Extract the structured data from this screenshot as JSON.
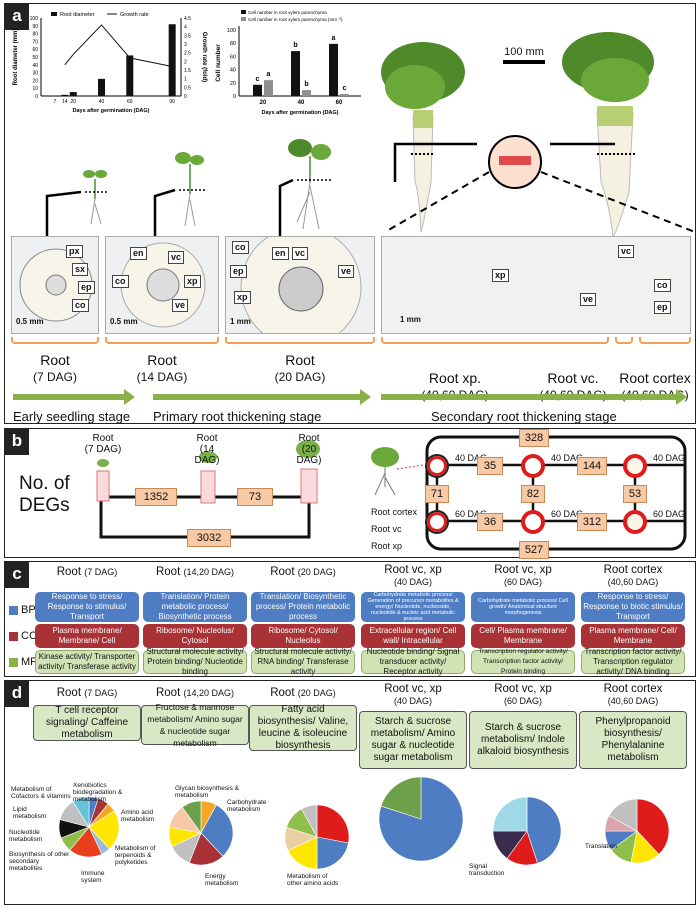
{
  "panels": {
    "a": "a",
    "b": "b",
    "c": "c",
    "d": "d"
  },
  "chart_root": {
    "legend": [
      "Root diameter",
      "Growth rate"
    ],
    "ylabel_left": "Root diameter (mm)",
    "ylabel_right": "Growth rate (fold)",
    "xlabel": "Days after germination (DAG)",
    "yticks_left": [
      "0",
      "10",
      "20",
      "30",
      "40",
      "50",
      "60",
      "70",
      "80",
      "90",
      "100"
    ],
    "yticks_right": [
      "0",
      "0.5",
      "1",
      "1.5",
      "2",
      "2.5",
      "3",
      "3.5",
      "4",
      "4.5"
    ],
    "xticks": [
      "7",
      "14",
      "20",
      "40",
      "60",
      "90"
    ]
  },
  "chart_cells": {
    "legend": [
      "Cell number in root xylem parenchyma",
      "Cell number in root xylem parenchyma (mm⁻²)"
    ],
    "ylabel": "Cell number",
    "xlabel": "Days after germination (DAG)",
    "yticks": [
      "0",
      "20",
      "40",
      "60",
      "80",
      "100"
    ],
    "xticks": [
      "20",
      "40",
      "60"
    ],
    "sig": [
      "c",
      "a",
      "b",
      "b",
      "a",
      "c"
    ]
  },
  "scale_100": "100 mm",
  "micro_labels": {
    "m1": [
      "px",
      "sx",
      "ep",
      "co"
    ],
    "m2": [
      "en",
      "vc",
      "co",
      "xp",
      "ve"
    ],
    "m3": [
      "co",
      "en",
      "vc",
      "ep",
      "xp",
      "ve"
    ],
    "m4": [
      "vc",
      "xp",
      "ve",
      "co",
      "ep"
    ],
    "scales": [
      "0.5 mm",
      "0.5 mm",
      "1 mm",
      "1 mm"
    ]
  },
  "stages_a": [
    {
      "name": "Root",
      "dag": "(7 DAG)"
    },
    {
      "name": "Root",
      "dag": "(14 DAG)"
    },
    {
      "name": "Root",
      "dag": "(20 DAG)"
    },
    {
      "name": "Root xp.",
      "dag": "(40,60 DAG)"
    },
    {
      "name": "Root vc.",
      "dag": "(40,60 DAG)"
    },
    {
      "name": "Root cortex",
      "dag": "(40,60 DAG)"
    }
  ],
  "growth_stages": [
    "Early seedling stage",
    "Primary root thickening stage",
    "Secondary root thickening stage"
  ],
  "panel_b": {
    "deg_label": "No. of DEGs",
    "roots": [
      "Root",
      "(7 DAG)",
      "Root",
      "(14 DAG)",
      "Root",
      "(20 DAG)"
    ],
    "degs_left": [
      "1352",
      "73",
      "3032"
    ],
    "dag40": [
      "40 DAG",
      "40 DAG",
      "40 DAG"
    ],
    "dag60": [
      "60 DAG",
      "60 DAG",
      "60 DAG"
    ],
    "degs_right": [
      "328",
      "35",
      "144",
      "71",
      "82",
      "53",
      "36",
      "312",
      "527"
    ],
    "tissue": [
      "Root cortex",
      "Root vc",
      "Root xp"
    ]
  },
  "panel_c": {
    "rows": [
      "BP",
      "CC",
      "MF"
    ],
    "row_colors": [
      "#4e7dc4",
      "#a83236",
      "#8ab04a"
    ],
    "cols": [
      {
        "h": "Root",
        "hs": "(7 DAG)",
        "bp": "Response to stress/ Response to stimulus/ Transport",
        "cc": "Plasma membrane/ Membrane/ Cell",
        "mf": "Kinase activity/ Transporter activity/ Transferase activity"
      },
      {
        "h": "Root",
        "hs": "(14,20 DAG)",
        "bp": "Translation/ Protein metabolic process/ Biosynthetic process",
        "cc": "Ribosome/ Nucleolus/ Cytosol",
        "mf": "Structural molecule activity/ Protein binding/ Nucleotide binding"
      },
      {
        "h": "Root",
        "hs": "(20 DAG)",
        "bp": "Translation/ Biosynthetic process/ Protein metabolic process",
        "cc": "Ribosome/ Cytosol/ Nucleolus",
        "mf": "Structural molecule activity/ RNA binding/ Transferase activity"
      },
      {
        "h": "Root vc, xp",
        "hs": "(40 DAG)",
        "bp": "Carbohydrate metabolic process/ Generation of precursor metabolites & energy/ Nucleotide, nucleoside, nucleotide & nucleic acid metabolic process",
        "cc": "Extracellular region/ Cell wall/ Intracellular",
        "mf": "Nucleotide binding/ Signal transducer activity/ Receptor activity"
      },
      {
        "h": "Root vc, xp",
        "hs": "(60 DAG)",
        "bp": "Carbohydrate metabolic process/ Cell growth/ Anatomical structure morphogenesis",
        "cc": "Cell/ Plasma membrane/ Membrane",
        "mf": "Transcription regulator activity/ Transcription factor activity/ Protein binding"
      },
      {
        "h": "Root cortex",
        "hs": "(40,60 DAG)",
        "bp": "Response to stress/ Response to biotic stimulus/ Transport",
        "cc": "Plasma membrane/ Cell/ Membrane",
        "mf": "Transcription factor activity/ Transcription regulator activity/ DNA binding"
      }
    ]
  },
  "panel_d": {
    "cols": [
      {
        "h": "Root",
        "hs": "(7 DAG)",
        "k": "T cell receptor signaling/ Caffeine metabolism"
      },
      {
        "h": "Root",
        "hs": "(14,20 DAG)",
        "k": "Fructose & mannose metabolism/ Amino sugar & nucleotide sugar metabolism"
      },
      {
        "h": "Root",
        "hs": "(20 DAG)",
        "k": "Fatty acid biosynthesis/ Valine, leucine & isoleucine biosynthesis"
      },
      {
        "h": "Root vc, xp",
        "hs": "(40 DAG)",
        "k": "Starch & sucrose metabolism/ Amino sugar & nucleotide sugar metabolism"
      },
      {
        "h": "Root vc, xp",
        "hs": "(60 DAG)",
        "k": "Starch & sucrose metabolism/ Indole alkaloid biosynthesis"
      },
      {
        "h": "Root cortex",
        "hs": "(40,60 DAG)",
        "k": "Phenylpropanoid biosynthesis/ Phenylalanine metabolism"
      }
    ],
    "pie1_labels": [
      "Metabolism of Cofactors & vitamins",
      "Xenobiotics biodegradation & metabolism",
      "Lipid metabolism",
      "Amino acid metabolism",
      "Nucleotide metabolism",
      "Metabolism of terpenoids & polyketides",
      "Biosynthesis of other secondary metabolites",
      "Immune system"
    ],
    "pie2_labels": [
      "Glycan biosynthesis & metabolism",
      "Carbohydrate metabolism",
      "Energy metabolism"
    ],
    "pie3_labels": [
      "Metabolism of other amino acids"
    ],
    "pie5_labels": [
      "Signal transduction"
    ],
    "pie6_labels": [
      "Translation"
    ]
  },
  "chart_data": [
    {
      "type": "bar",
      "title": "",
      "xlabel": "Days after germination (DAG)",
      "ylabel": "Root diameter (mm)",
      "categories": [
        "7",
        "14",
        "20",
        "40",
        "60",
        "90"
      ],
      "series": [
        {
          "name": "Root diameter",
          "values": [
            0.5,
            1.5,
            5,
            22,
            52,
            92
          ]
        },
        {
          "name": "Growth rate",
          "values": [
            null,
            1.8,
            2.4,
            4.1,
            2.2,
            1.7
          ]
        }
      ],
      "ylim": [
        0,
        100
      ]
    },
    {
      "type": "bar",
      "title": "",
      "xlabel": "Days after germination (DAG)",
      "ylabel": "Cell number",
      "categories": [
        "20",
        "40",
        "60"
      ],
      "series": [
        {
          "name": "Cell number in root xylem parenchyma",
          "values": [
            17,
            68,
            79
          ]
        },
        {
          "name": "Cell number in root xylem parenchyma (mm⁻²)",
          "values": [
            24,
            9,
            3
          ]
        }
      ],
      "ylim": [
        0,
        100
      ]
    },
    {
      "type": "pie",
      "values": [
        5,
        6,
        5,
        22,
        5,
        18,
        8,
        10,
        12,
        9
      ],
      "colors": [
        "#4e7dc4",
        "#a83236",
        "#f5a623",
        "#ffe600",
        "#9db8d9",
        "#e8401c",
        "#8fbf4a",
        "#111111",
        "#c0c0c0",
        "#66c2d9"
      ]
    },
    {
      "type": "pie",
      "values": [
        8,
        30,
        18,
        12,
        10,
        12,
        10
      ],
      "colors": [
        "#f5a623",
        "#4e7dc4",
        "#a83236",
        "#c0c0c0",
        "#ffe600",
        "#f6c8a8",
        "#6ca14a"
      ]
    },
    {
      "type": "pie",
      "values": [
        28,
        22,
        18,
        12,
        12,
        8
      ],
      "colors": [
        "#e01b1b",
        "#4e7dc4",
        "#ffe600",
        "#e8d0a0",
        "#8fbf4a",
        "#c0c0c0"
      ]
    },
    {
      "type": "pie",
      "values": [
        80,
        20
      ],
      "colors": [
        "#4e7dc4",
        "#6ca14a"
      ]
    },
    {
      "type": "pie",
      "values": [
        45,
        15,
        15,
        25
      ],
      "colors": [
        "#4e7dc4",
        "#e01b1b",
        "#3b2c4f",
        "#9fd8e6"
      ]
    },
    {
      "type": "pie",
      "values": [
        38,
        15,
        12,
        10,
        8,
        17
      ],
      "colors": [
        "#e01b1b",
        "#ffe600",
        "#8fbf4a",
        "#4e7dc4",
        "#d9a3b0",
        "#c0c0c0"
      ]
    }
  ]
}
